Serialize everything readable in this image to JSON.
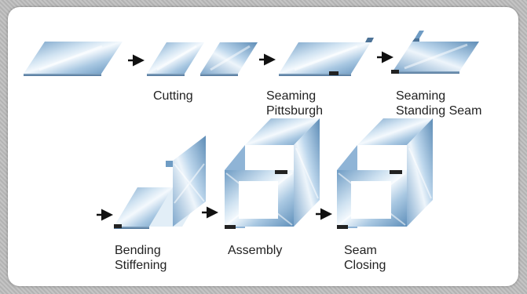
{
  "steps": [
    {
      "id": "cutting",
      "lines": [
        "Cutting"
      ]
    },
    {
      "id": "seaming-pittsburgh",
      "lines": [
        "Seaming",
        "Pittsburgh"
      ]
    },
    {
      "id": "seaming-standing-seam",
      "lines": [
        "Seaming",
        "Standing Seam"
      ]
    },
    {
      "id": "bending-stiffening",
      "lines": [
        "Bending",
        "Stiffening"
      ]
    },
    {
      "id": "assembly",
      "lines": [
        "Assembly"
      ]
    },
    {
      "id": "seam-closing",
      "lines": [
        "Seam",
        "Closing"
      ]
    }
  ],
  "colors": {
    "metal_light": "#eef5fb",
    "metal_mid": "#9fc1dd",
    "metal_dark": "#5d8cb6",
    "arrow": "#111111",
    "seam": "#222222"
  }
}
